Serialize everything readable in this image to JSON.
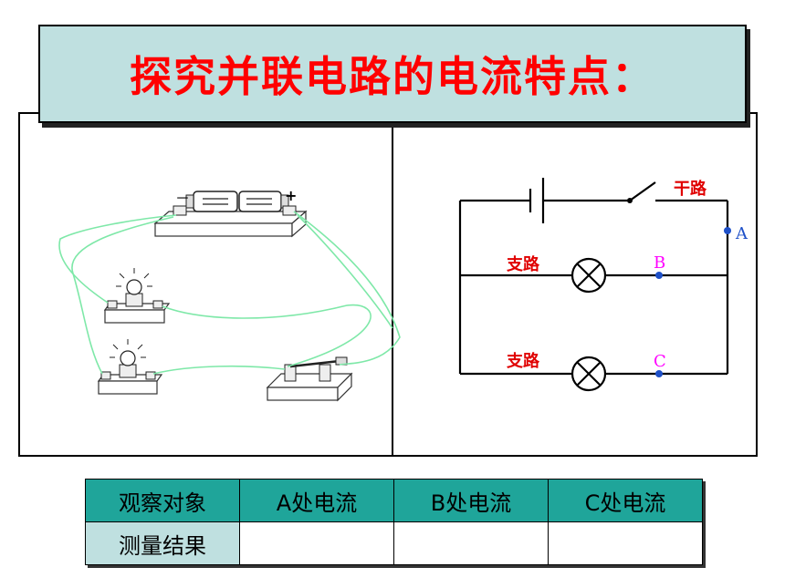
{
  "title": "探究并联电路的电流特点：",
  "circuit": {
    "main_branch_label": "干路",
    "branch_label_1": "支路",
    "branch_label_2": "支路",
    "point_a": "A",
    "point_b": "B",
    "point_c": "C"
  },
  "battery": {
    "minus_sign": "－",
    "plus_sign": "+"
  },
  "table": {
    "headers": [
      "观察对象",
      "A处电流",
      "B处电流",
      "C处电流"
    ],
    "row_label": "测量结果",
    "row_values": [
      "",
      "",
      ""
    ]
  },
  "colors": {
    "title_text": "#ff0000",
    "title_bg": "#bfe0e0",
    "table_header_bg": "#1fa59a",
    "wire_green": "#7ee8a8",
    "junction_blue": "#1e50c8",
    "label_magenta": "#ff00ff"
  }
}
